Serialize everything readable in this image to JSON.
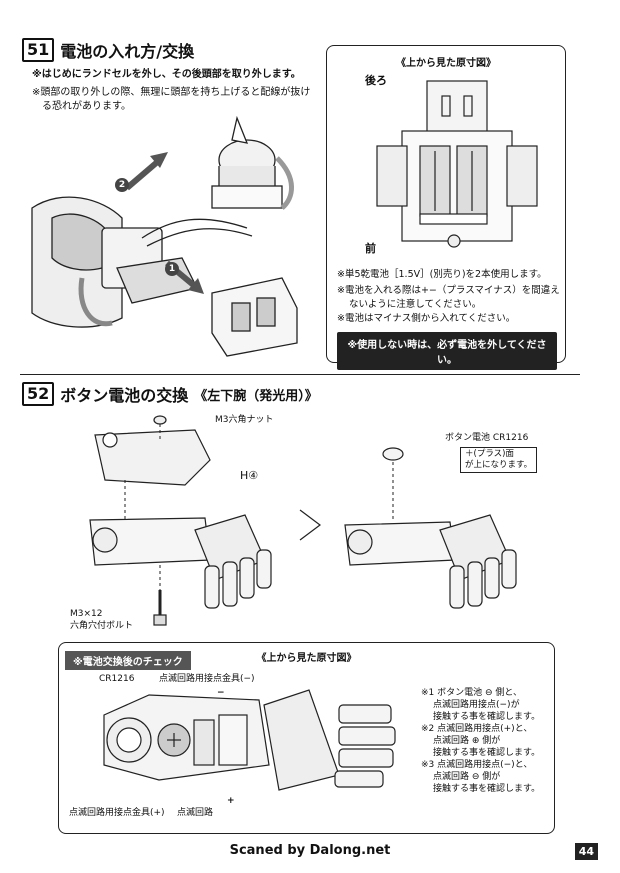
{
  "step51": {
    "number": "51",
    "title": "電池の入れ方/交換",
    "notes": [
      "※はじめにランドセルを外し、その後頭部を取り外します。",
      "※頭部の取り外しの際、無理に頭部を持ち上げると配線が抜け",
      "る恐れがあります。"
    ],
    "arrow_labels": [
      "2",
      "1"
    ],
    "box": {
      "caption": "《上から見た原寸図》",
      "back_label": "後ろ",
      "front_label": "前",
      "notes": [
        "※単5乾電池［1.5V］(別売り)を2本使用します。",
        "※電池を入れる際は+−（プラスマイナス）を間違え",
        "ないように注意してください。",
        "※電池はマイナス側から入れてください。"
      ],
      "warning": "※使用しない時は、必ず電池を外してください。"
    }
  },
  "step52": {
    "number": "52",
    "title": "ボタン電池の交換",
    "subtitle": "《左下腕（発光用）》",
    "labels": {
      "nut": "M3六角ナット",
      "part": "H④",
      "bolt_1": "M3×12",
      "bolt_2": "六角穴付ボルト",
      "battery": "ボタン電池 CR1216",
      "battery_note_1": "＋(プラス)面",
      "battery_note_2": "が上になります。"
    },
    "check": {
      "tag": "※電池交換後のチェック",
      "caption": "《上から見た原寸図》",
      "cr_label": "CR1216",
      "minus_contact": "点滅回路用接点金具(−)",
      "plus_contact": "点滅回路用接点金具(+)",
      "circuit": "点滅回路",
      "minus_symbol": "−",
      "plus_symbol": "+",
      "notes": [
        "※1 ボタン電池 ⊖ 側と、",
        "点滅回路用接点(−)が",
        "接触する事を確認します。",
        "※2 点滅回路用接点(+)と、",
        "点滅回路 ⊕ 側が",
        "接触する事を確認します。",
        "※3 点滅回路用接点(−)と、",
        "点滅回路 ⊖ 側が",
        "接触する事を確認します。"
      ]
    }
  },
  "footer": {
    "credit": "Scaned by Dalong.net",
    "page": "44"
  }
}
